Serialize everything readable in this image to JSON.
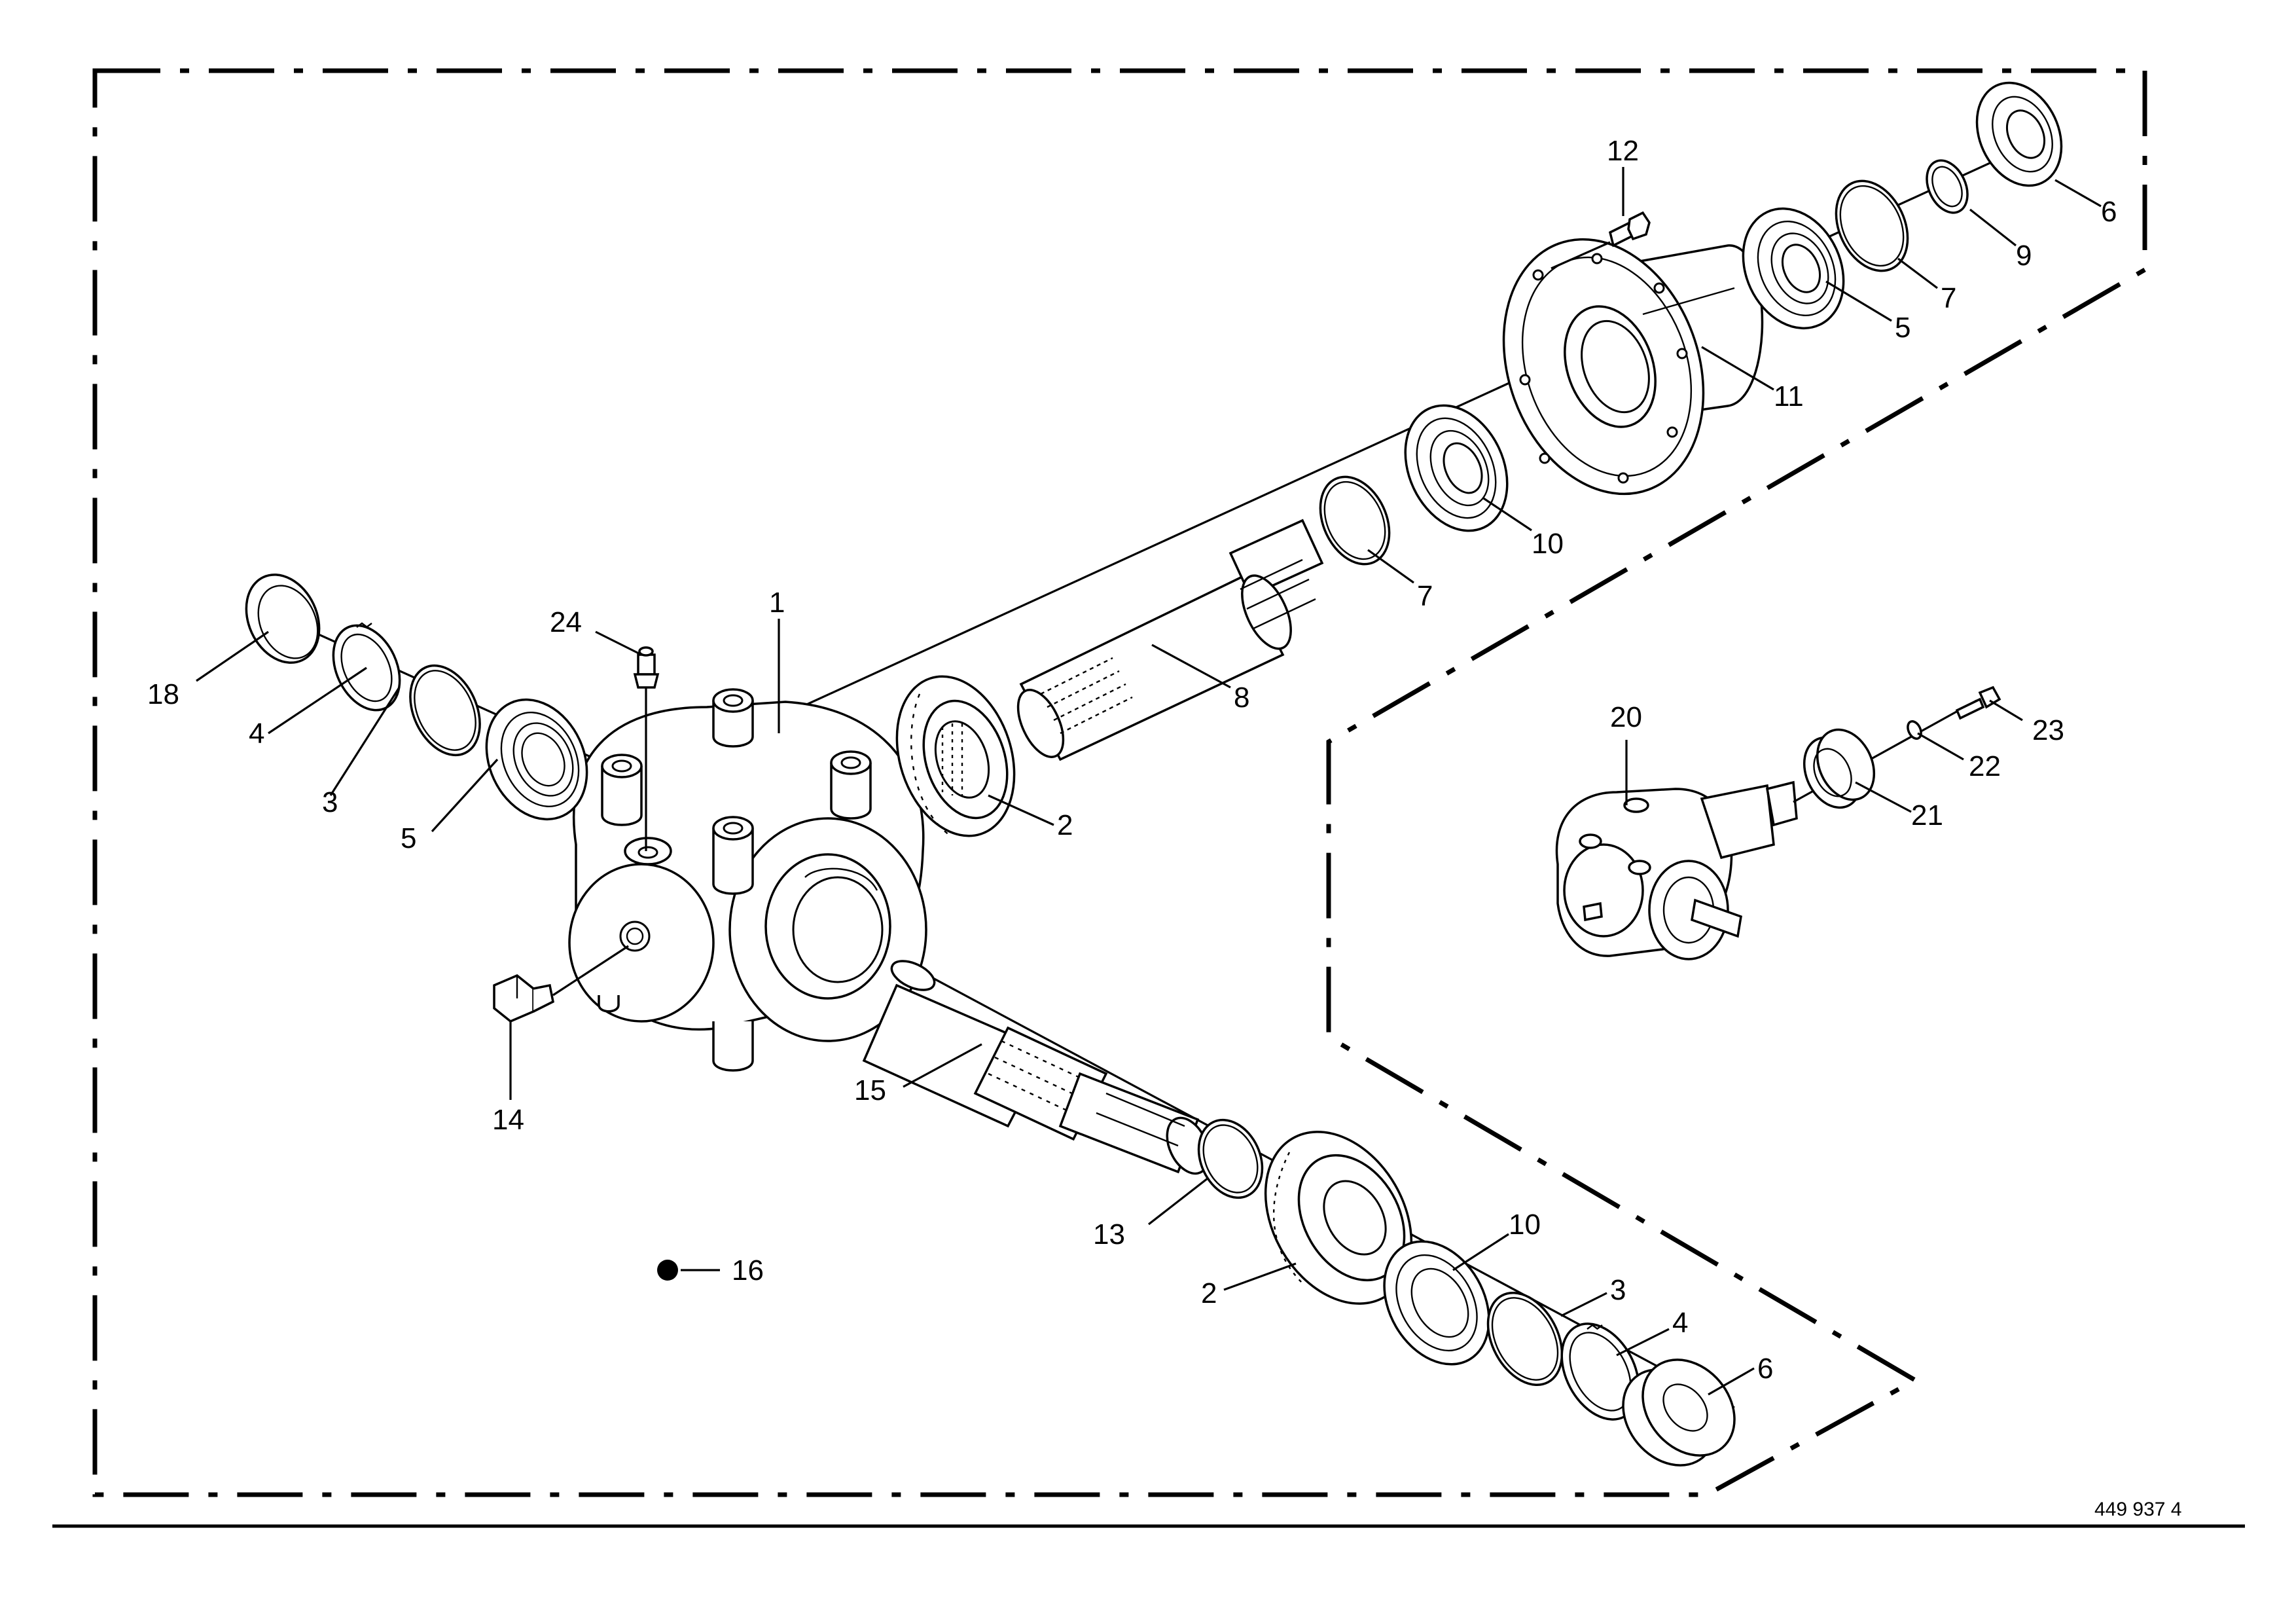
{
  "callouts": {
    "c1": "1",
    "c2a": "2",
    "c2b": "2",
    "c3a": "3",
    "c3b": "3",
    "c4a": "4",
    "c4b": "4",
    "c5a": "5",
    "c5b": "5",
    "c6a": "6",
    "c6b": "6",
    "c7a": "7",
    "c7b": "7",
    "c8": "8",
    "c9": "9",
    "c10a": "10",
    "c10b": "10",
    "c11": "11",
    "c12": "12",
    "c13": "13",
    "c14": "14",
    "c15": "15",
    "c16": "16",
    "c18": "18",
    "c20": "20",
    "c21": "21",
    "c22": "22",
    "c23": "23",
    "c24": "24"
  },
  "drawing_number": "449 937 4"
}
